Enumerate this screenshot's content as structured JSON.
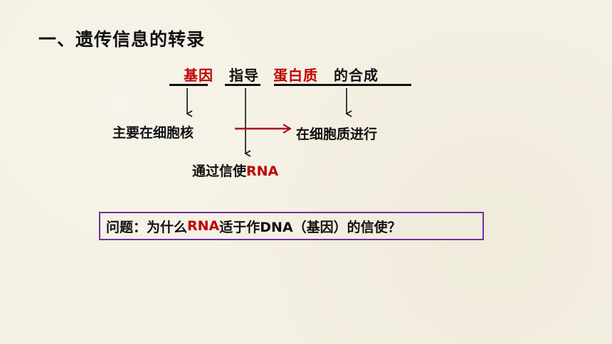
{
  "title": "一、遗传信息的转录",
  "phrase": {
    "gene": "基因",
    "guide": "指导",
    "protein": "蛋白质",
    "synthesis": "的合成"
  },
  "notes": {
    "nucleus": "主要在细胞核",
    "cytoplasm": "在细胞质进行",
    "messenger_prefix": "通过信使",
    "messenger_rna": "RNA"
  },
  "question": {
    "prefix": "问题：为什么",
    "rna": "RNA",
    "suffix": "适于作DNA（基因）的信使？"
  },
  "colors": {
    "highlight": "#c00000",
    "box_border": "#7030a0",
    "text": "#111111"
  }
}
